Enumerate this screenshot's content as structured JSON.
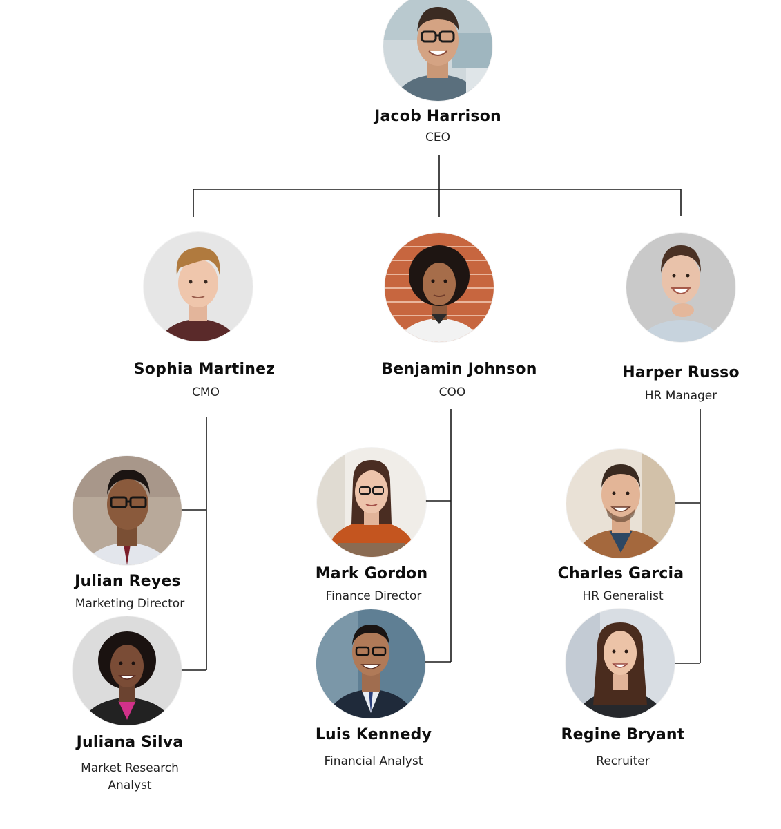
{
  "people": {
    "ceo": {
      "name": "Jacob Harrison",
      "role": "CEO"
    },
    "cmo": {
      "name": "Sophia Martinez",
      "role": "CMO"
    },
    "coo": {
      "name": "Benjamin Johnson",
      "role": "COO"
    },
    "hr": {
      "name": "Harper Russo",
      "role": "HR Manager"
    },
    "marketing_director": {
      "name": "Julian Reyes",
      "role": "Marketing Director"
    },
    "market_research": {
      "name": "Juliana Silva",
      "role_line1": "Market Research",
      "role_line2": "Analyst"
    },
    "finance_director": {
      "name": "Mark Gordon",
      "role": "Finance Director"
    },
    "financial_analyst": {
      "name": "Luis Kennedy",
      "role": "Financial Analyst"
    },
    "hr_generalist": {
      "name": "Charles Garcia",
      "role": "HR Generalist"
    },
    "recruiter": {
      "name": "Regine Bryant",
      "role": "Recruiter"
    }
  },
  "colors": {
    "line": "#1a1a1a",
    "text": "#0d0d0d"
  }
}
